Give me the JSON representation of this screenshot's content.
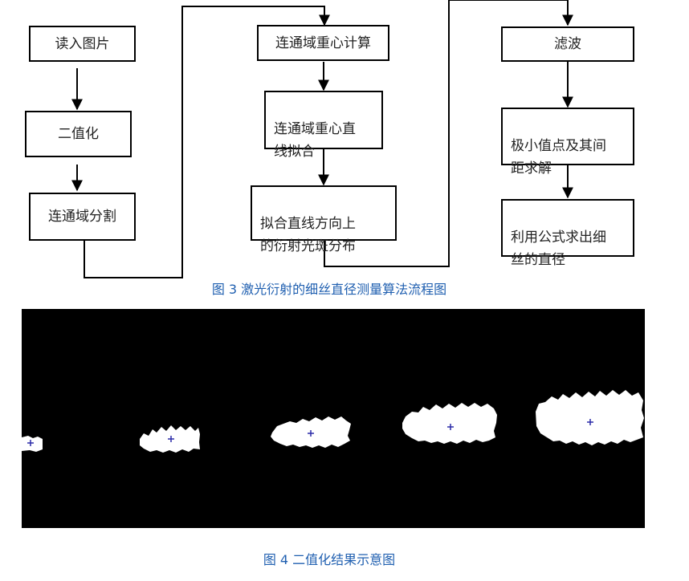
{
  "flowchart": {
    "col1": [
      "读入图片",
      "二值化",
      "连通域分割"
    ],
    "col2": [
      "连通域重心计算",
      "连通域重心直\n线拟合",
      "拟合直线方向上\n的衍射光斑分布"
    ],
    "col3": [
      "滤波",
      "极小值点及其间\n距求解",
      "利用公式求出细\n丝的直径"
    ]
  },
  "captions": {
    "fig3": "图 3  激光衍射的细丝直径测量算法流程图",
    "fig4": "图 4  二值化结果示意图"
  },
  "colors": {
    "caption": "#1f5fb0",
    "marker": "#2a2aa8",
    "spot": "#ffffff",
    "background": "#000000"
  }
}
